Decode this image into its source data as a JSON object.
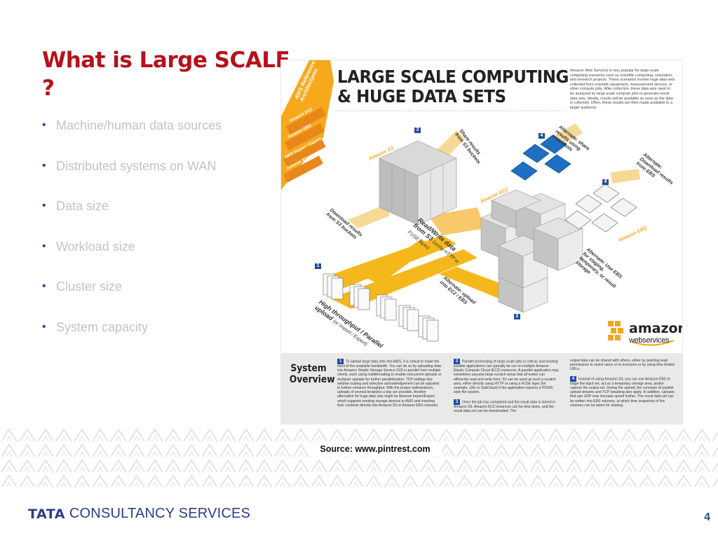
{
  "slide": {
    "title": "What is Large SCALE ?",
    "bullets": [
      "Machine/human data sources",
      "Distributed systems on WAN",
      "Data size",
      "Workload size",
      "Cluster size",
      "System capacity"
    ],
    "source": "Source: www.pintrest.com",
    "page_number": "4"
  },
  "footer": {
    "brand_bold": "TATA",
    "brand_rest": "CONSULTANCY SERVICES"
  },
  "infographic": {
    "heading_line1": "LARGE SCALE COMPUTING",
    "heading_line2": "& HUGE DATA SETS",
    "blurb": "Amazon Web Services is very popular for large-scale computing scenarios such as scientific computing, simulation, and research projects. These scenarios involve huge data sets collected from scientific equipment, measurement devices, or other compute jobs. After collection, these data sets need to be analyzed by large-scale compute jobs to generate result data sets. Ideally, results will be available as soon as the data is collected. Often, these results are then made available to a larger audience.",
    "ribbon_title": "AWS Reference Architectures",
    "ribbon_items": [
      "Amazon EC2",
      "Amazon EBS",
      "AWS Import / Export",
      "Amazon S3"
    ],
    "labels": {
      "s3": "Amazon S3",
      "ec2": "Amazon EC2",
      "ebs": "Amazon EBS",
      "share": "Share results from S3 buckets",
      "alt_share": "Alternate: share results using snapshots",
      "alt_download": "Alternate: Download results from EBS",
      "download": "Download results from S3 buckets",
      "readwrite": "Read/Write data from S3",
      "readwrite_sub": "(using HTTP or FUSE layer)",
      "alt_staging": "Alternate: Use EBS for staging, temporary, or result storage",
      "alt_upload": "Alternate: upload into EC2 / EBS",
      "upload": "High throughput / Parallel upload",
      "upload_sub": "(or Import / Export)",
      "n1": "1",
      "n2": "2",
      "n3": "3",
      "n4": "4"
    },
    "aws_logo": {
      "word": "amazon",
      "sub": "webservices"
    },
    "system_overview": {
      "title": "System Overview",
      "col1": "To upload large data sets into AWS, it is critical to make the most of the available bandwidth. You can do so by uploading data into Amazon Simple Storage Service (S3) in parallel from multiple clients, each using multithreading to enable concurrent uploads or multipart uploads for further parallelization. TCP settings like window scaling and selective acknowledgement can be adjusted to further enhance throughput. With the proper optimizations, uploads of several terabytes a day are possible. Another alternative for huge data sets might be Amazon Import/Export, which supports sending storage devices to AWS and inserting their contents directly into Amazon S3 or Amazon EBS volumes.",
      "col2a": "Parallel processing of large-scale jobs is critical, and existing parallel applications can typically be run on multiple Amazon Elastic Compute Cloud (EC2) instances. A parallel application may sometimes assume large scratch areas that all nodes can efficiently read and write from. S3 can be used as such a scratch area, either directly using HTTP or using a FUSE layer (for example, s3fs or SubCloud) if the application expects a POSIX-style file system.",
      "col2b": "Once the job has completed and the result data is stored in Amazon S3, Amazon EC2 instances can be shut down, and the result data set can be downloaded. The",
      "col3a": "output data can be shared with others, either by granting read permissions to select users or to everyone or by using time limited URLs.",
      "col3b": "Instead of using Amazon S3, you can use Amazon EBS to stage the input set, act as a temporary storage area, and/or capture the output set. During the upload, the concepts of parallel upload streams and TCP tweaking also apply. In addition, uploads that use UDP may increase speed further. The result data set can be written into EBS volumes, at which time snapshots of the volumes can be taken for sharing."
    }
  }
}
